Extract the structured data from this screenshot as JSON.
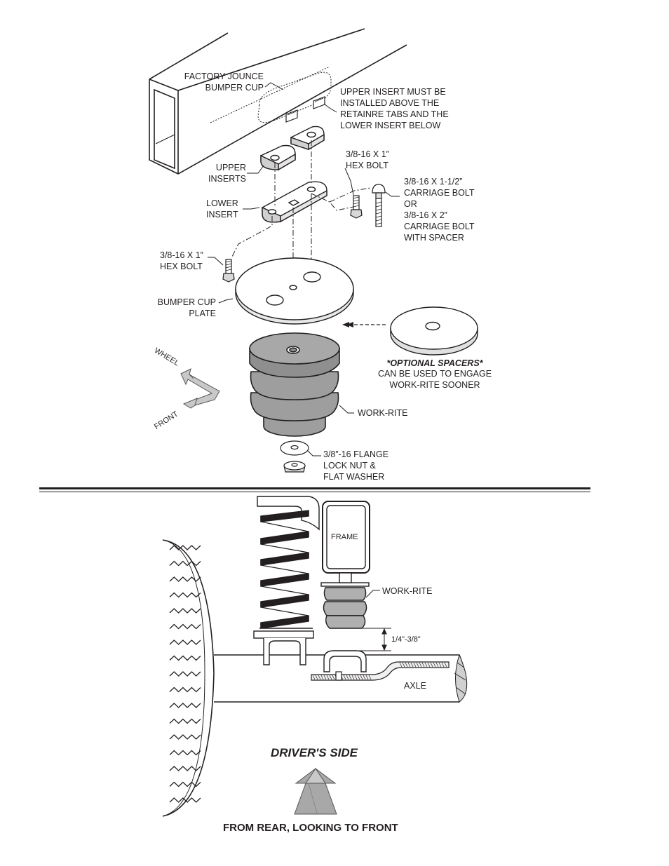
{
  "top_diagram": {
    "factory_jounce": [
      "FACTORY JOUNCE",
      "BUMPER CUP"
    ],
    "upper_insert_note": [
      "UPPER INSERT MUST BE",
      "INSTALLED ABOVE THE",
      "RETAINRE TABS AND THE",
      "LOWER INSERT BELOW"
    ],
    "hex_bolt_right": [
      "3/8-16 X 1”",
      "HEX BOLT"
    ],
    "carriage_bolt": [
      "3/8-16 X 1-1/2”",
      "CARRIAGE BOLT",
      "OR",
      "3/8-16 X 2”",
      "CARRIAGE BOLT",
      "WITH SPACER"
    ],
    "upper_inserts": [
      "UPPER",
      "INSERTS"
    ],
    "lower_insert": [
      "LOWER",
      "INSERT"
    ],
    "hex_bolt_left": [
      "3/8-16 X 1”",
      "HEX BOLT"
    ],
    "bumper_cup_plate": [
      "BUMPER CUP",
      "PLATE"
    ],
    "optional_spacers_title": "*OPTIONAL SPACERS*",
    "optional_spacers_desc": [
      "CAN BE USED TO ENGAGE",
      "WORK-RITE SOONER"
    ],
    "wheel": "WHEEL",
    "front": "FRONT",
    "work_rite": "WORK-RITE",
    "flange_nut": [
      "3/8”-16 FLANGE",
      "LOCK NUT &",
      "FLAT WASHER"
    ]
  },
  "bottom_diagram": {
    "frame": "FRAME",
    "work_rite": "WORK-RITE",
    "gap": "1/4”-3/8”",
    "axle": "AXLE",
    "drivers_side": "DRIVER'S SIDE",
    "caption": "FROM REAR, LOOKING TO FRONT"
  }
}
